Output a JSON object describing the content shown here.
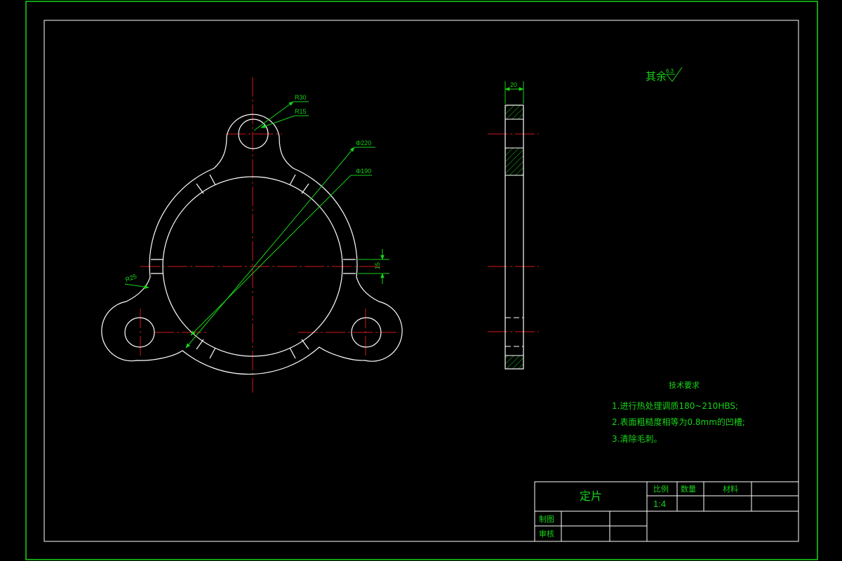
{
  "colors": {
    "background": "#000000",
    "frame": "#19d219",
    "geometry": "#ffffff",
    "centerline": "#d01818",
    "dimension": "#19d219",
    "text": "#19d219"
  },
  "front_view": {
    "dims": {
      "r_outer_lug": "R30",
      "r_hole": "R15",
      "d_outer": "Φ220",
      "d_inner": "Φ190",
      "r_fillet": "R25",
      "slot_width": "15"
    }
  },
  "side_view": {
    "thickness": "20"
  },
  "surface_finish": {
    "label": "其余",
    "value": "6.3"
  },
  "tech_requirements": {
    "title": "技术要求",
    "items": [
      "1.进行热处理调质180~210HBS;",
      "2.表面粗糙度相等为0.8mm的凹槽;",
      "3.清除毛刺。"
    ]
  },
  "title_block": {
    "part_name": "定片",
    "headers": {
      "scale": "比例",
      "quantity": "数量",
      "material": "材料"
    },
    "values": {
      "scale": "1:4",
      "quantity": "",
      "material": ""
    },
    "drawn_by": "制图",
    "checked_by": "审核"
  }
}
